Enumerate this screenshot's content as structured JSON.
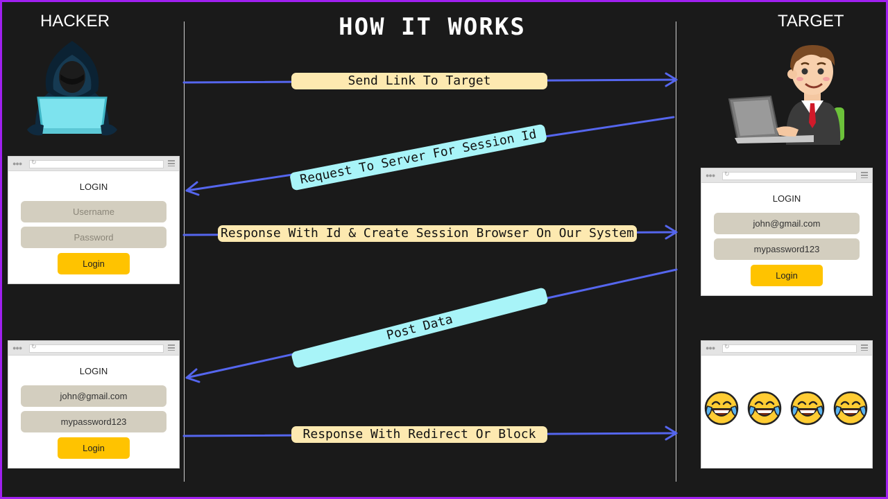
{
  "actors": {
    "left": "HACKER",
    "right": "TARGET"
  },
  "title": "HOW IT WORKS",
  "messages": [
    {
      "text": "Send Link To Target",
      "direction": "to-target",
      "color": "#fde9b0"
    },
    {
      "text": "Request To Server For Session Id",
      "direction": "to-hacker",
      "color": "#a8f4f8"
    },
    {
      "text": "Response With Id & Create Session Browser On Our System",
      "direction": "to-target",
      "color": "#fde9b0"
    },
    {
      "text": "Post Data",
      "direction": "to-hacker",
      "color": "#a8f4f8"
    },
    {
      "text": "Response With Redirect Or Block",
      "direction": "to-target",
      "color": "#fde9b0"
    }
  ],
  "windows": {
    "hacker_blank": {
      "title": "LOGIN",
      "username_placeholder": "Username",
      "password_placeholder": "Password",
      "button": "Login"
    },
    "hacker_filled": {
      "title": "LOGIN",
      "username": "john@gmail.com",
      "password": "mypassword123",
      "button": "Login"
    },
    "target_filled": {
      "title": "LOGIN",
      "username": "john@gmail.com",
      "password": "mypassword123",
      "button": "Login"
    },
    "target_result": {
      "emoji_count": 4,
      "emoji_icon": "laughing-crying-emoji-icon"
    }
  },
  "colors": {
    "arrow": "#5566ee",
    "frame": "#a020f0",
    "button": "#ffc300",
    "field": "#d3cebf"
  }
}
